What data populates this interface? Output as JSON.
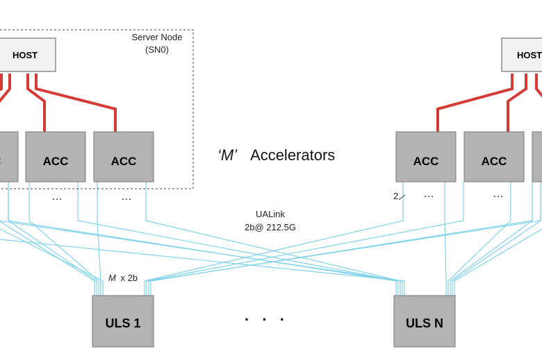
{
  "server_node": {
    "label_line1": "Server Node",
    "label_line2": "(SN0)"
  },
  "host_label": "HOST",
  "acc_label": "ACC",
  "ellipsis": "…",
  "accelerators": {
    "m": "‘M’",
    "label": "Accelerators"
  },
  "link": {
    "line1": "UALink",
    "line2": "2b@ 212.5G",
    "lane_mark": "2"
  },
  "switch_ports": {
    "m": "M",
    "label": "x 2b"
  },
  "switches": {
    "first": "ULS 1",
    "last": "ULS N",
    "between": "· · ·"
  },
  "colors": {
    "host_link": "#d63a35",
    "ualink": "#7fd3ea",
    "box_fill": "#b3b3b3",
    "host_fill": "#f2f2f2"
  }
}
